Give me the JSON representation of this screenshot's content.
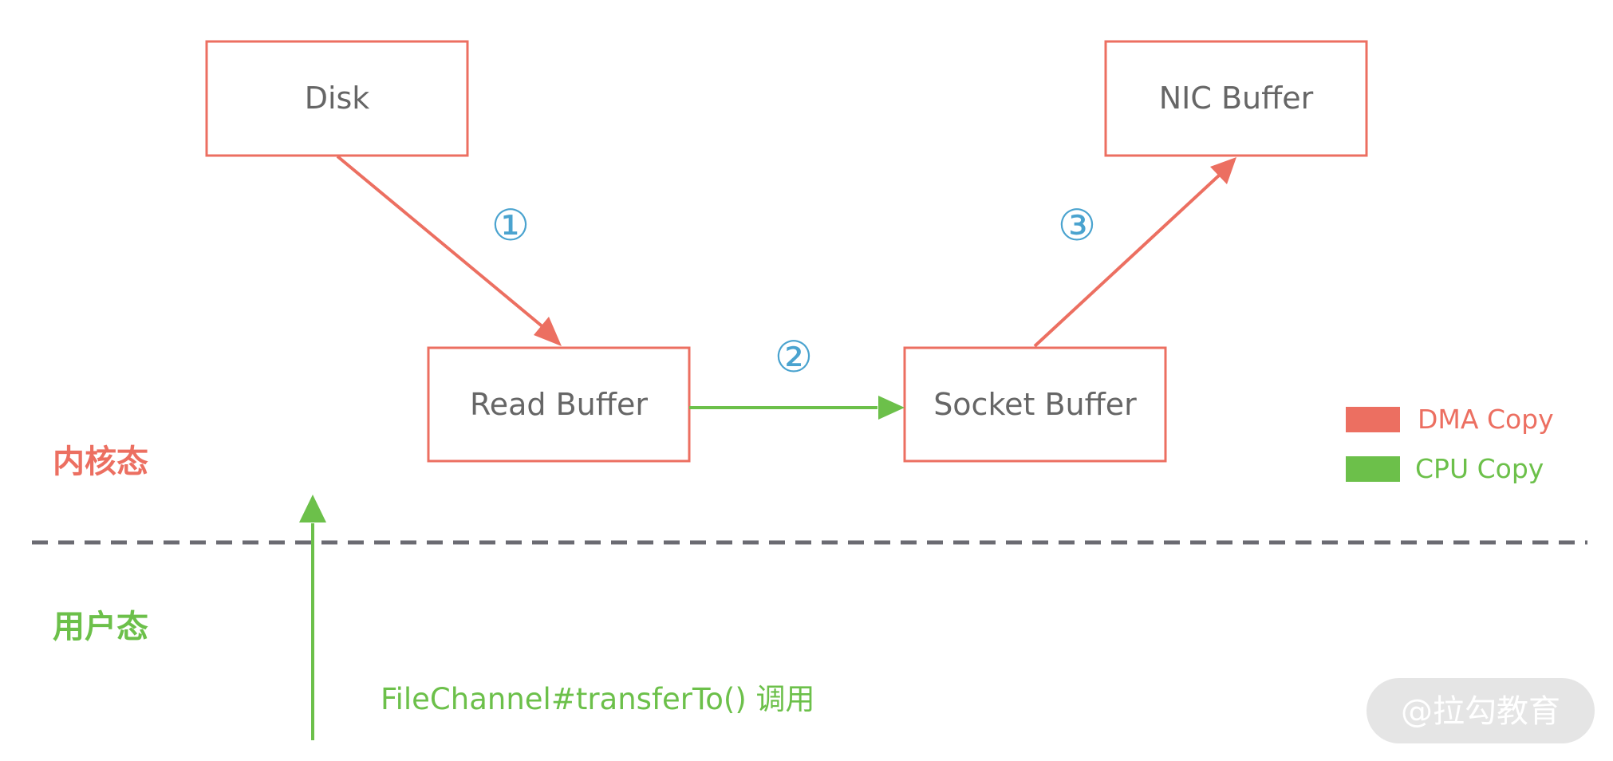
{
  "colors": {
    "dma": "#ec6f61",
    "cpu": "#6cc04a",
    "step": "#4aa3cf",
    "text": "#666666",
    "divider": "#6b6b72",
    "watermark_bg": "#e5e5e5"
  },
  "boxes": {
    "disk": "Disk",
    "nic_buffer": "NIC Buffer",
    "read_buffer": "Read Buffer",
    "socket_buffer": "Socket Buffer"
  },
  "steps": {
    "step1": "①",
    "step2": "②",
    "step3": "③"
  },
  "modes": {
    "kernel": "内核态",
    "user": "用户态"
  },
  "legend": {
    "dma": "DMA Copy",
    "cpu": "CPU Copy"
  },
  "caption": "FileChannel#transferTo() 调用",
  "watermark": "@拉勾教育"
}
